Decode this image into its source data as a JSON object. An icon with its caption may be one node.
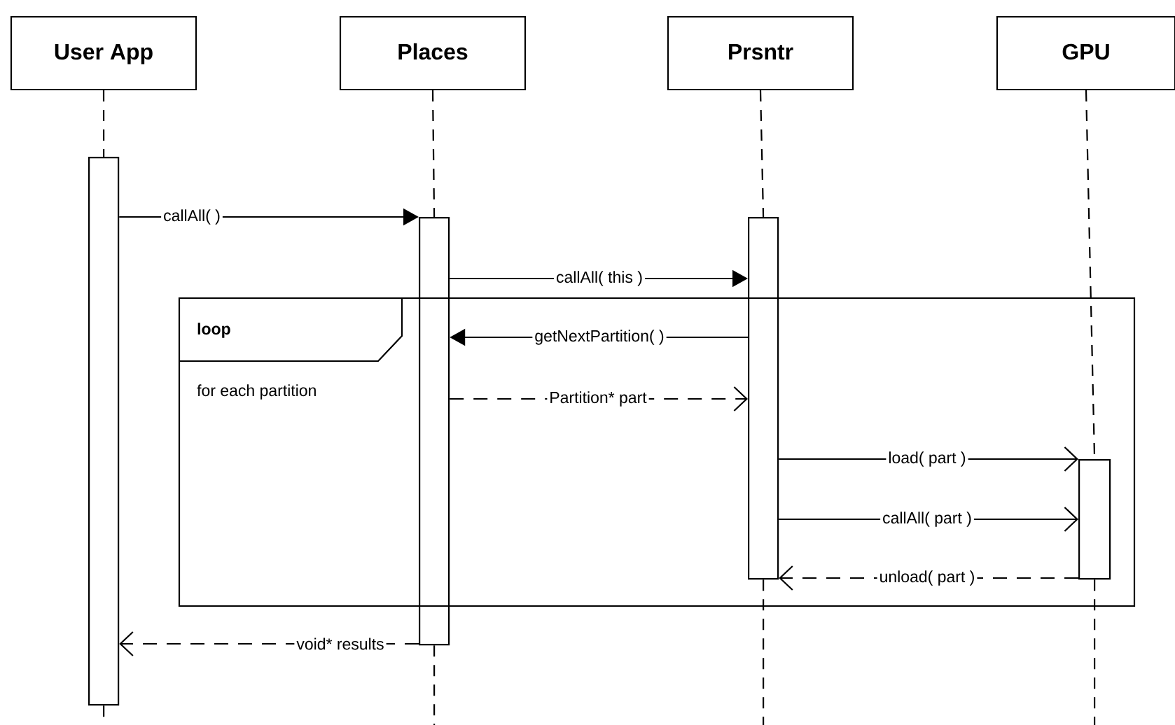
{
  "diagram": {
    "nodes": [
      {
        "text": [
          "User App"
        ]
      },
      {
        "text": [
          "Places"
        ]
      },
      {
        "text": [
          "Prsntr"
        ]
      },
      {
        "text": [
          "GPU"
        ]
      },
      {
        "text": [],
        "shape": "bar"
      },
      {
        "text": [],
        "shape": "bar"
      },
      {
        "text": [],
        "shape": "bar"
      },
      {
        "text": [],
        "shape": "bar"
      }
    ],
    "edges": [
      {
        "from": 4,
        "to": 5,
        "arrow": "to",
        "label": "callAll( )"
      },
      {
        "from": 5,
        "to": 6,
        "arrow": "to",
        "label": "callAll( this )"
      },
      {
        "from": 6,
        "to": 5,
        "arrow": "to",
        "label": "getNextPartition( )"
      },
      {
        "from": 5,
        "to": 6,
        "arrow": "to",
        "label": "Partition* part",
        "style": "dashed"
      },
      {
        "from": 6,
        "to": 7,
        "arrow": "to",
        "label": "load( part )"
      },
      {
        "from": 6,
        "to": 7,
        "arrow": "to",
        "label": "callAll( part )"
      },
      {
        "from": 7,
        "to": 6,
        "arrow": "to",
        "label": "unload( part )",
        "style": "dashed"
      },
      {
        "from": 5,
        "to": 4,
        "arrow": "to",
        "label": "void* results",
        "style": "dashed"
      },
      {
        "from": 0,
        "to": 4,
        "arrow": "none",
        "style": "dashed"
      },
      {
        "from": 1,
        "to": 5,
        "arrow": "none",
        "style": "dashed"
      },
      {
        "from": 2,
        "to": 6,
        "arrow": "none",
        "style": "dashed"
      },
      {
        "from": 3,
        "to": 7,
        "arrow": "none",
        "style": "dashed"
      },
      {
        "from": 4,
        "to": null,
        "arrow": "none",
        "style": "dashed"
      },
      {
        "from": 5,
        "to": null,
        "arrow": "none",
        "style": "dashed"
      },
      {
        "from": 6,
        "to": null,
        "arrow": "none",
        "style": "dashed"
      },
      {
        "from": 7,
        "to": null,
        "arrow": "none",
        "style": "dashed"
      }
    ],
    "labels": [
      "loop",
      "for each partition"
    ]
  }
}
